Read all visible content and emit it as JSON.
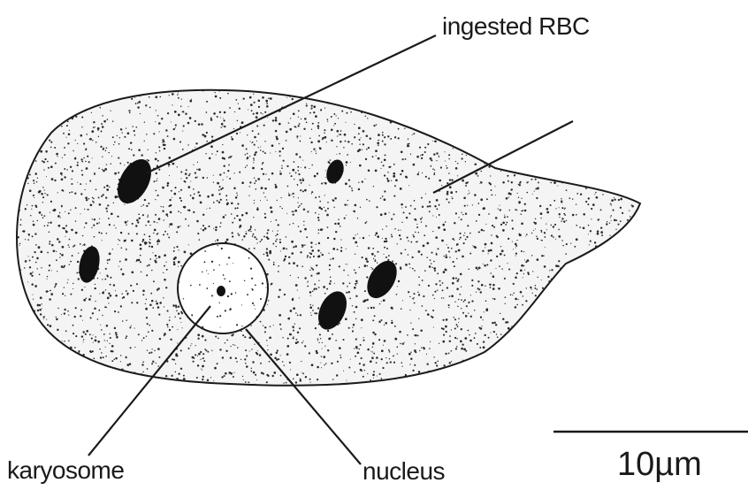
{
  "labels": {
    "ingested_rbc": "ingested RBC",
    "karyosome": "karyosome",
    "nucleus": "nucleus",
    "scale": "10µm"
  },
  "colors": {
    "ink": "#1a1a1a",
    "stipple": "#2b2b2b",
    "background": "#ffffff",
    "cell_fill": "#f4f4f4"
  }
}
